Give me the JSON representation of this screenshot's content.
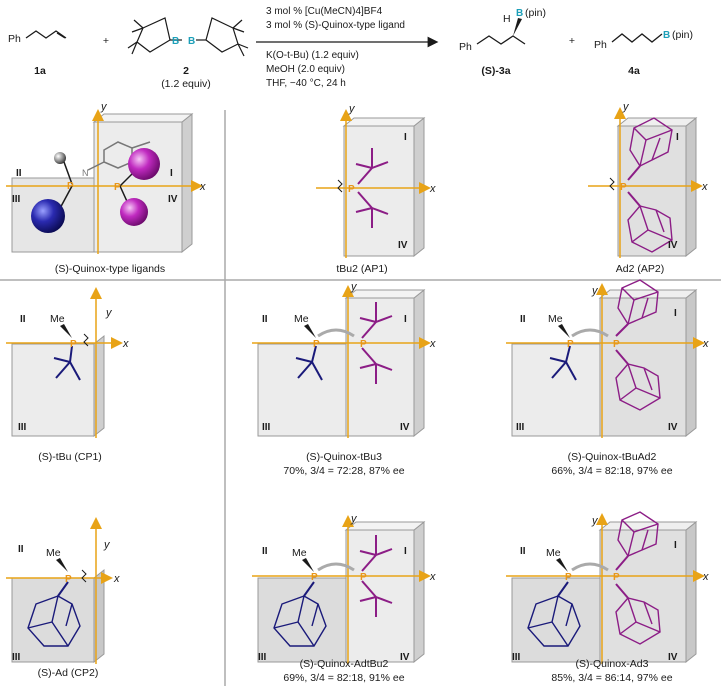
{
  "scheme": {
    "reactant1": {
      "formula_prefix": "Ph",
      "label": "1a"
    },
    "plus": "+",
    "reagent2": {
      "boron": "B",
      "label": "2",
      "equiv": "(1.2 equiv)"
    },
    "conditions_above": [
      "3 mol % [Cu(MeCN)4]BF4",
      "3 mol % (S)-Quinox-type ligand"
    ],
    "conditions_below": [
      "K(O-t-Bu) (1.2 equiv)",
      "MeOH (2.0 equiv)",
      "THF, −40 °C, 24 h"
    ],
    "product3": {
      "ph": "Ph",
      "h": "H",
      "boron": "B",
      "pin": "(pin)",
      "label": "(S)-3a"
    },
    "product4": {
      "ph": "Ph",
      "boron": "B",
      "pin": "(pin)",
      "label": "4a"
    }
  },
  "quadrants": {
    "I": "I",
    "II": "II",
    "III": "III",
    "IV": "IV"
  },
  "axes": {
    "x": "x",
    "y": "y"
  },
  "atoms": {
    "P": "P",
    "N": "N",
    "Me": "Me"
  },
  "panels": [
    {
      "id": "quinox-general",
      "caption": "(S)-Quinox-type ligands",
      "result": ""
    },
    {
      "id": "ap1",
      "caption": "tBu2 (AP1)",
      "result": ""
    },
    {
      "id": "ap2",
      "caption": "Ad2 (AP2)",
      "result": ""
    },
    {
      "id": "cp1",
      "caption": "(S)-tBu (CP1)",
      "result": ""
    },
    {
      "id": "quinox-tbu3",
      "caption": "(S)-Quinox-tBu3",
      "result": "70%, 3/4 = 72:28, 87% ee"
    },
    {
      "id": "quinox-tbuad2",
      "caption": "(S)-Quinox-tBuAd2",
      "result": "66%, 3/4 = 82:18, 97% ee"
    },
    {
      "id": "cp2",
      "caption": "(S)-Ad (CP2)",
      "result": ""
    },
    {
      "id": "quinox-adtbu2",
      "caption": "(S)-Quinox-AdtBu2",
      "result": "69%, 3/4 = 82:18, 91% ee"
    },
    {
      "id": "quinox-ad3",
      "caption": "(S)-Quinox-Ad3",
      "result": "85%, 3/4 = 86:14, 97% ee"
    }
  ],
  "colors": {
    "axis": "#e8a317",
    "phosphorus": "#e8961a",
    "boron": "#1c9fb8",
    "purple": "#8c1d86",
    "navy": "#1a1a7a",
    "magenta_sphere": "#c02ac0",
    "blue_sphere": "#2020a0",
    "box_light": "#ececec",
    "box_dark": "#d0d0d0"
  }
}
